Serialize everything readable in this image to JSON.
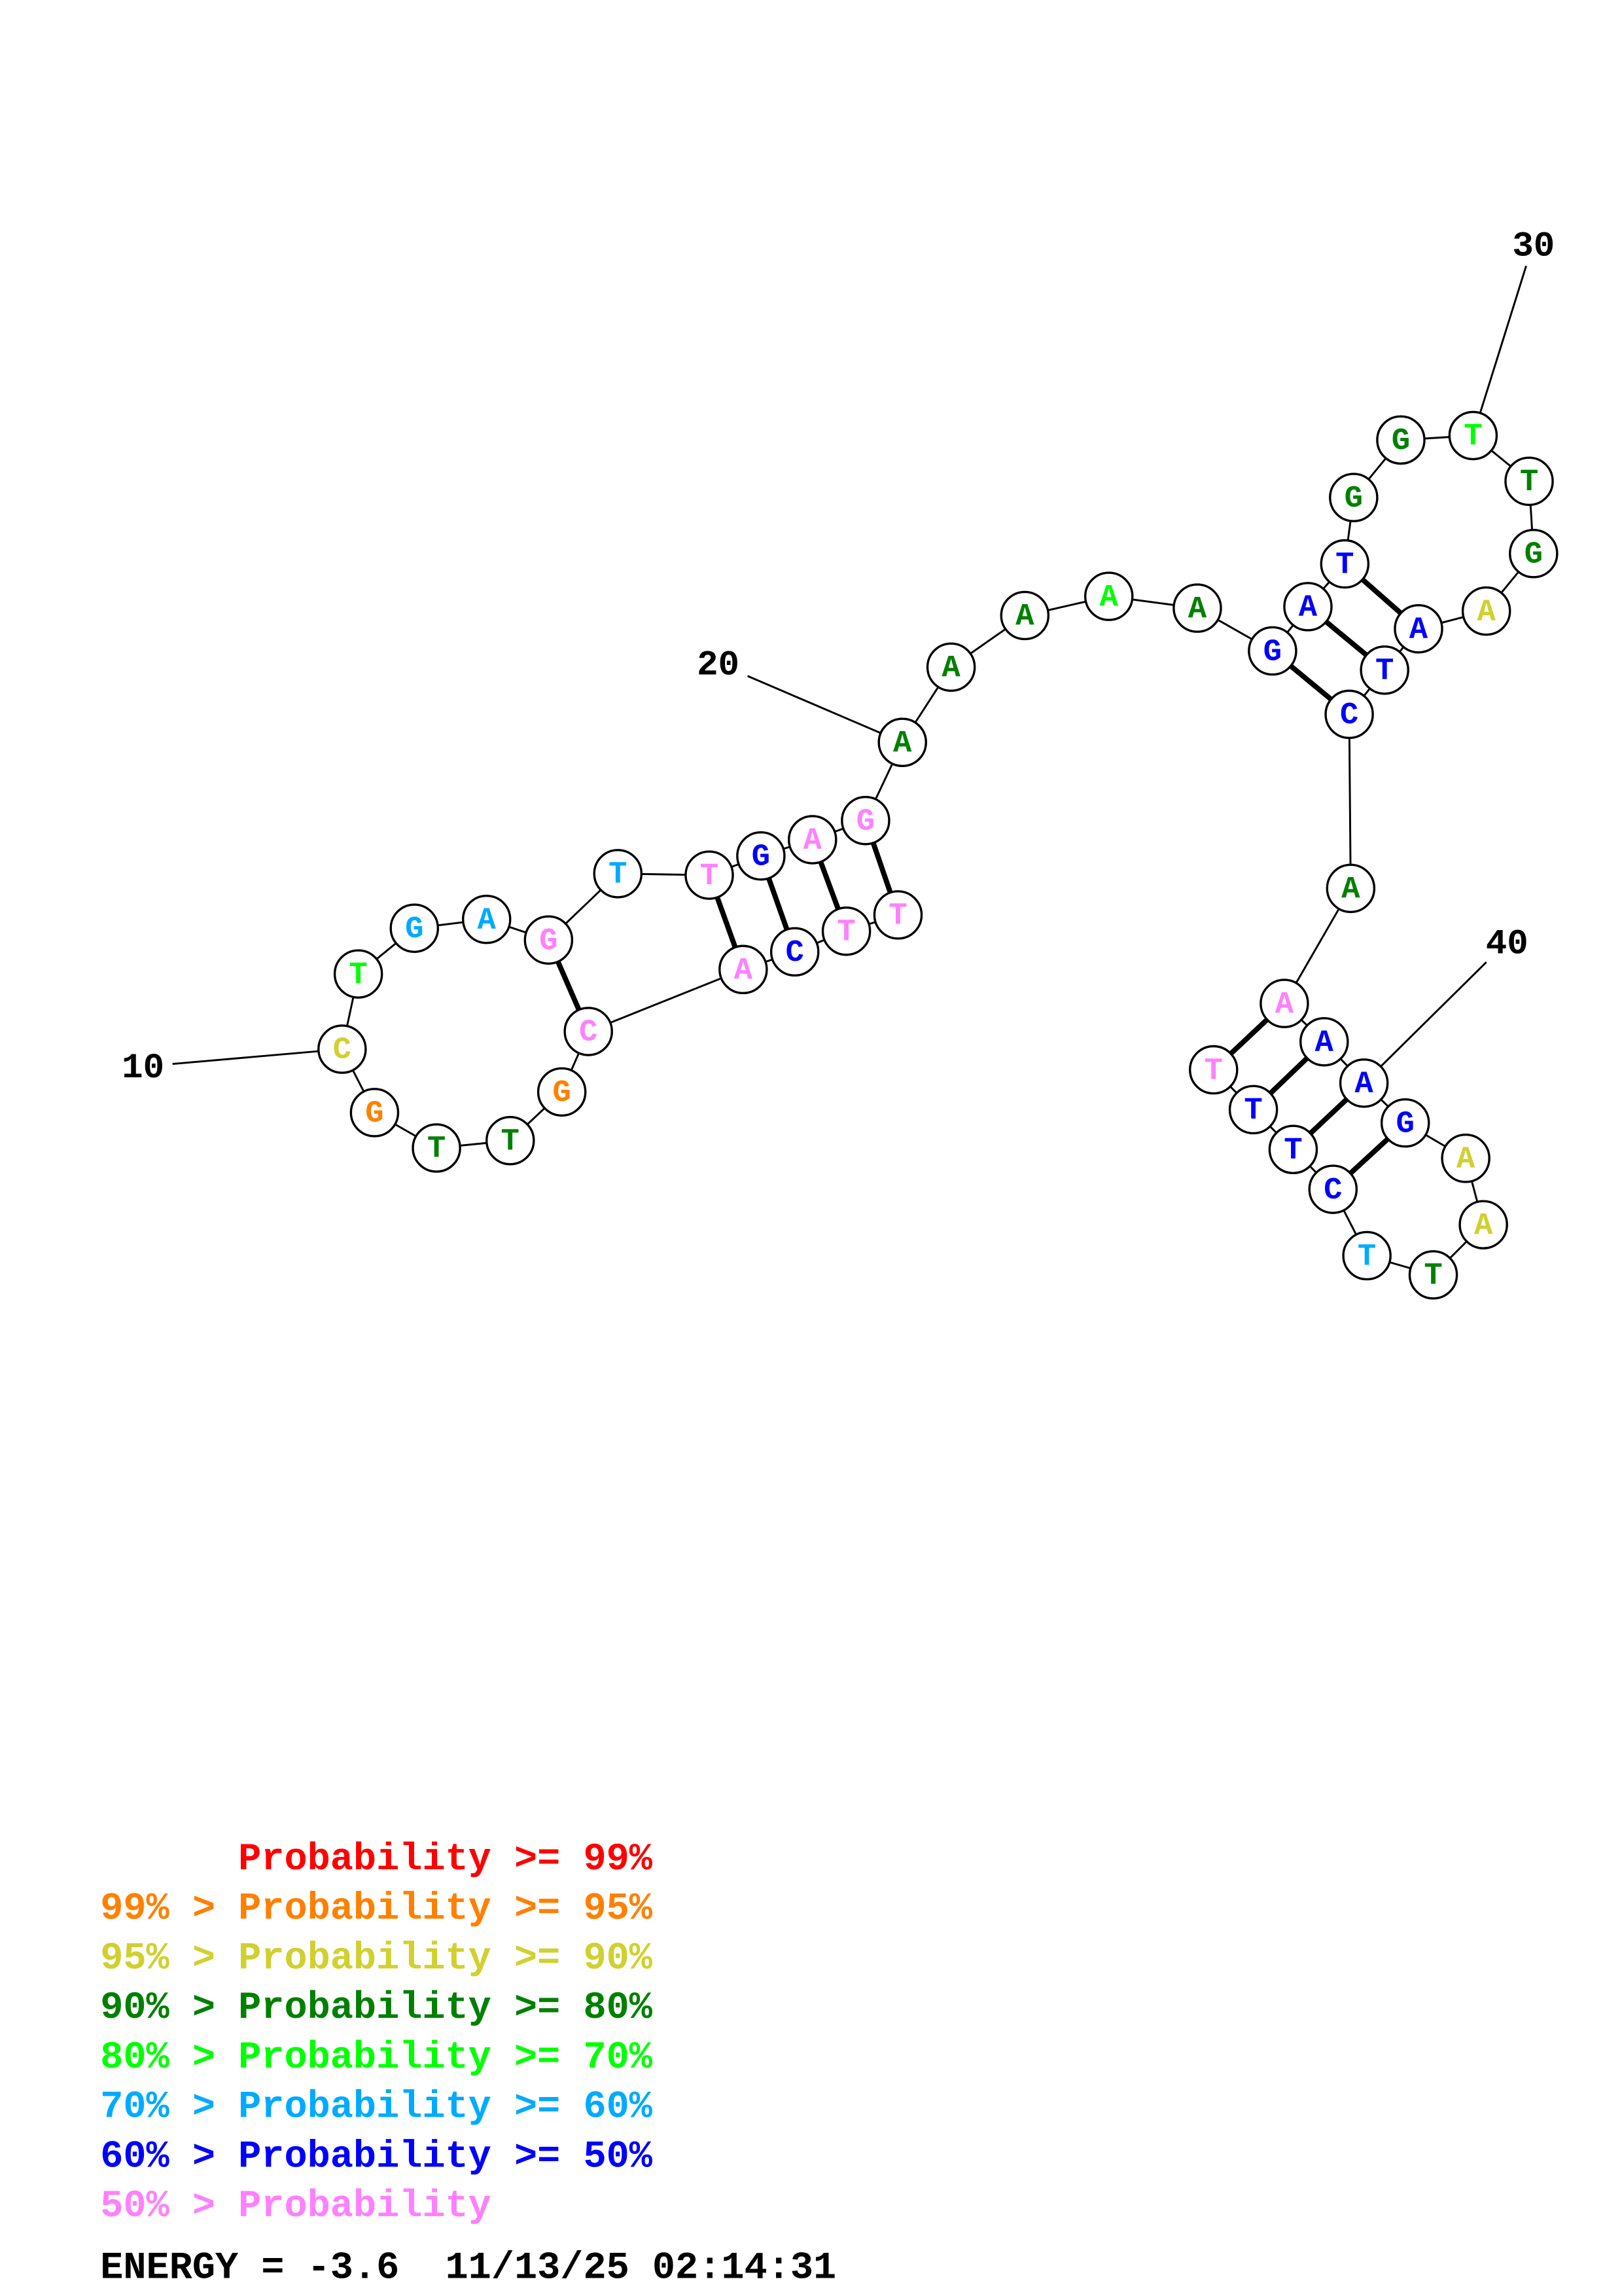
{
  "structure": {
    "sequence": [
      "T",
      "T",
      "C",
      "A",
      "C",
      "G",
      "T",
      "T",
      "G",
      "C",
      "T",
      "G",
      "A",
      "G",
      "T",
      "T",
      "G",
      "A",
      "G",
      "A",
      "A",
      "A",
      "A",
      "A",
      "G",
      "A",
      "T",
      "G",
      "G",
      "T",
      "T",
      "G",
      "A",
      "A",
      "T",
      "C",
      "A",
      "A",
      "A",
      "A",
      "G",
      "A",
      "A",
      "T",
      "T",
      "C",
      "T",
      "T",
      "T"
    ],
    "probability_class": [
      7,
      7,
      6,
      7,
      7,
      1,
      3,
      3,
      1,
      2,
      4,
      5,
      5,
      7,
      5,
      7,
      6,
      7,
      7,
      3,
      3,
      3,
      4,
      3,
      6,
      6,
      6,
      3,
      3,
      4,
      3,
      3,
      2,
      6,
      6,
      6,
      3,
      7,
      6,
      6,
      6,
      2,
      2,
      3,
      5,
      6,
      6,
      6,
      7
    ],
    "pairs": [
      [
        1,
        19
      ],
      [
        2,
        18
      ],
      [
        3,
        17
      ],
      [
        4,
        16
      ],
      [
        5,
        14
      ],
      [
        25,
        36
      ],
      [
        26,
        35
      ],
      [
        27,
        34
      ],
      [
        38,
        49
      ],
      [
        39,
        48
      ],
      [
        40,
        47
      ],
      [
        41,
        46
      ]
    ],
    "position_labels": [
      "10",
      "20",
      "30",
      "40"
    ]
  },
  "legend": {
    "colors": [
      "#ff0000",
      "#ff8000",
      "#d0d030",
      "#008000",
      "#00ff00",
      "#00aaff",
      "#0000ff",
      "#ff80ff"
    ],
    "lines": [
      "      Probability >= 99%",
      "99% > Probability >= 95%",
      "95% > Probability >= 90%",
      "90% > Probability >= 80%",
      "80% > Probability >= 70%",
      "70% > Probability >= 60%",
      "60% > Probability >= 50%",
      "50% > Probability"
    ]
  },
  "footer": {
    "energy": "ENERGY = -3.6  11/13/25 02:14:31"
  }
}
